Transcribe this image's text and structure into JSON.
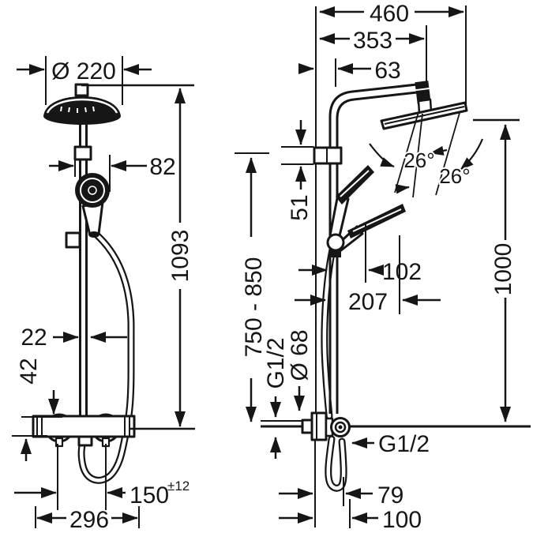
{
  "views": {
    "front_view": {
      "head_diameter": "Ø 220",
      "hand_shower_width": "82",
      "height": "1093",
      "pipe_width": "22",
      "valve_body_height": "42",
      "connection_spacing": "150",
      "connection_tolerance": "±12",
      "valve_width": "296"
    },
    "side_view": {
      "reach_overall": "460",
      "reach_arm": "353",
      "riser_offset": "63",
      "bracket_height": "51",
      "mounting_height": "750 - 850",
      "tilt_angle_left": "26°",
      "tilt_angle_right": "26°",
      "hand_shower_reach": "102",
      "holder_reach": "207",
      "supply_thread": "G1/2",
      "escutcheon_diameter": "Ø 68",
      "head_height": "1000",
      "outlet_thread": "G1/2",
      "hose_offset": "79",
      "outlet_reach": "100"
    }
  }
}
